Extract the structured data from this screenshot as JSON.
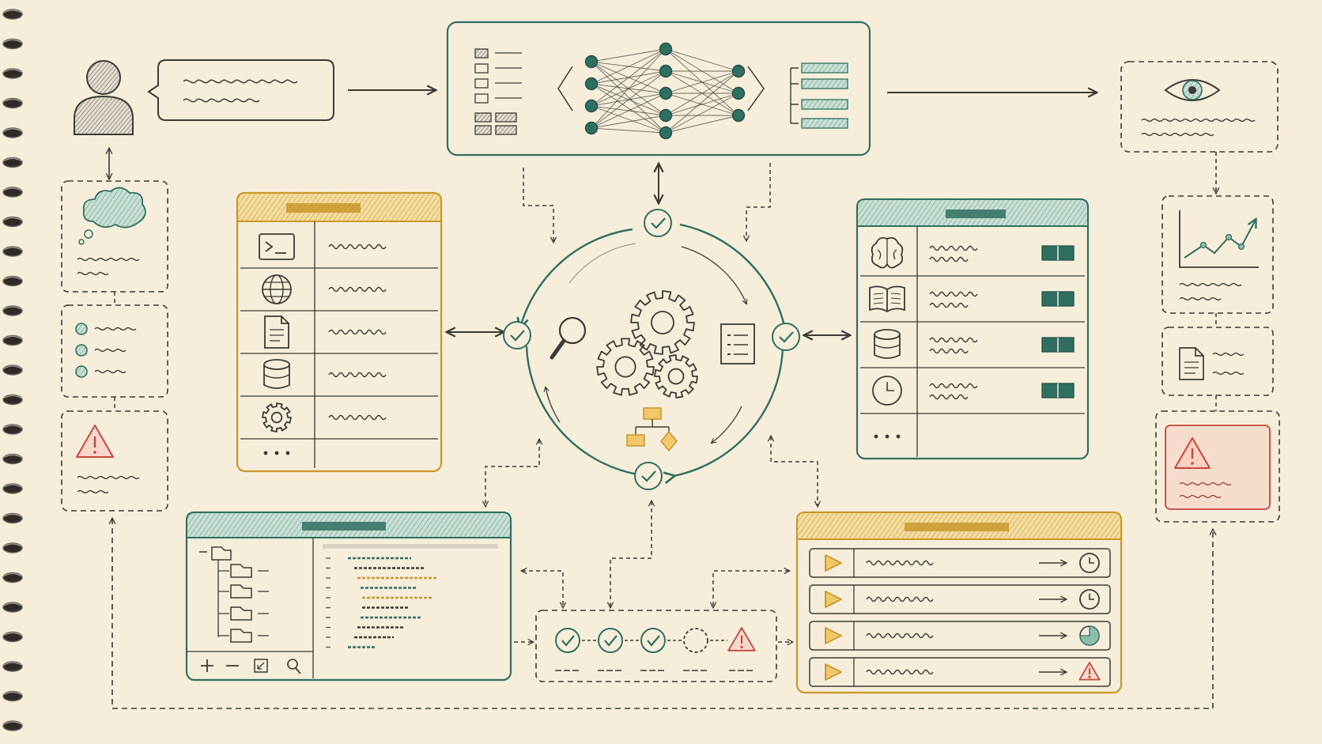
{
  "colors": {
    "paper": "#f6eedb",
    "ink": "#3a3a36",
    "teal": "#2f6f62",
    "teal_fill": "#8fbdad",
    "amber": "#c9962a",
    "amber_fill": "#f0c868",
    "red": "#c9463a",
    "red_fill": "#f6d9cc",
    "spiral": "#4a4540"
  },
  "icons": {
    "user": "person-icon",
    "chat": "speech-bubble-icon",
    "network": "neural-network-icon",
    "observe": "eye-icon",
    "think": "thought-cloud-icon",
    "steps": "checklist-icon",
    "warning": "warning-icon",
    "tools": [
      "terminal-icon",
      "globe-icon",
      "document-icon",
      "database-icon",
      "gear-icon"
    ],
    "memory": [
      "brain-icon",
      "book-icon",
      "database-icon",
      "clock-icon"
    ],
    "core": [
      "magnifier-icon",
      "gears-icon",
      "checklist-icon",
      "flowchart-icon"
    ],
    "pipeline": [
      "check-icon",
      "check-icon",
      "check-icon",
      "pending-icon",
      "warning-icon"
    ],
    "tasks": [
      "clock-icon",
      "clock-icon",
      "pie-progress-icon",
      "warning-icon"
    ],
    "chart": "trend-chart-icon"
  },
  "diagram": {
    "tools_panel": {
      "row_count": 5,
      "has_more": true
    },
    "memory_panel": {
      "row_count": 4,
      "has_more": true
    },
    "pipeline_steps": [
      "done",
      "done",
      "done",
      "pending",
      "failed"
    ],
    "task_rows": [
      "running",
      "running",
      "partial",
      "error"
    ]
  }
}
